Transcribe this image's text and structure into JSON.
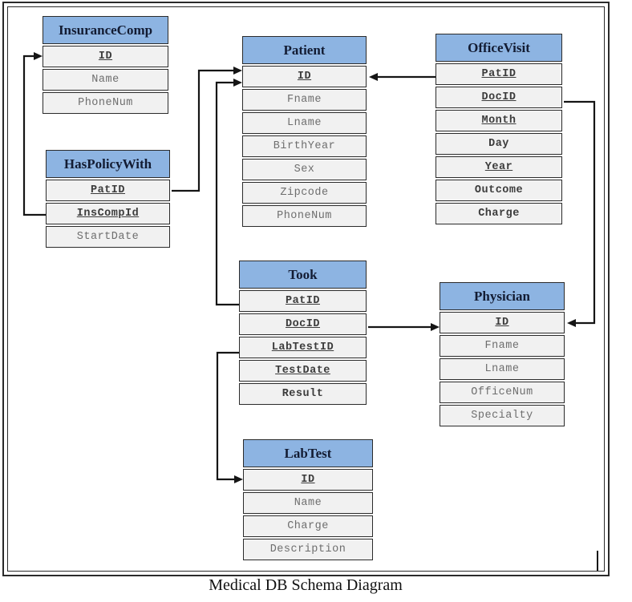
{
  "caption": "Medical DB Schema Diagram",
  "colors": {
    "header_bg": "#8db4e2",
    "header_text": "#131c33",
    "row_bg": "#f1f1f1",
    "row_text": "#6e6e6e",
    "key_text": "#3c3c3c",
    "border": "#2b2b2b",
    "arrow": "#151515"
  },
  "tables": [
    {
      "name": "InsuranceComp",
      "fields": [
        {
          "label": "ID",
          "key": true
        },
        {
          "label": "Name",
          "key": false
        },
        {
          "label": "PhoneNum",
          "key": false
        }
      ]
    },
    {
      "name": "Patient",
      "fields": [
        {
          "label": "ID",
          "key": true
        },
        {
          "label": "Fname",
          "key": false
        },
        {
          "label": "Lname",
          "key": false
        },
        {
          "label": "BirthYear",
          "key": false
        },
        {
          "label": "Sex",
          "key": false
        },
        {
          "label": "Zipcode",
          "key": false
        },
        {
          "label": "PhoneNum",
          "key": false
        }
      ]
    },
    {
      "name": "OfficeVisit",
      "fields": [
        {
          "label": "PatID",
          "key": true
        },
        {
          "label": "DocID",
          "key": true
        },
        {
          "label": "Month",
          "key": true
        },
        {
          "label": "Day",
          "key": false
        },
        {
          "label": "Year",
          "key": true
        },
        {
          "label": "Outcome",
          "key": false
        },
        {
          "label": "Charge",
          "key": false
        }
      ]
    },
    {
      "name": "HasPolicyWith",
      "fields": [
        {
          "label": "PatID",
          "key": true
        },
        {
          "label": "InsCompId",
          "key": true
        },
        {
          "label": "StartDate",
          "key": false
        }
      ]
    },
    {
      "name": "Took",
      "fields": [
        {
          "label": "PatID",
          "key": true
        },
        {
          "label": "DocID",
          "key": true
        },
        {
          "label": "LabTestID",
          "key": true
        },
        {
          "label": "TestDate",
          "key": true
        },
        {
          "label": "Result",
          "key": false
        }
      ]
    },
    {
      "name": "Physician",
      "fields": [
        {
          "label": "ID",
          "key": true
        },
        {
          "label": "Fname",
          "key": false
        },
        {
          "label": "Lname",
          "key": false
        },
        {
          "label": "OfficeNum",
          "key": false
        },
        {
          "label": "Specialty",
          "key": false
        }
      ]
    },
    {
      "name": "LabTest",
      "fields": [
        {
          "label": "ID",
          "key": true
        },
        {
          "label": "Name",
          "key": false
        },
        {
          "label": "Charge",
          "key": false
        },
        {
          "label": "Description",
          "key": false
        }
      ]
    }
  ],
  "relations": [
    {
      "from_table": "HasPolicyWith",
      "from_field": "InsCompId",
      "to_table": "InsuranceComp",
      "to_field": "ID"
    },
    {
      "from_table": "HasPolicyWith",
      "from_field": "PatID",
      "to_table": "Patient",
      "to_field": "ID"
    },
    {
      "from_table": "Took",
      "from_field": "PatID",
      "to_table": "Patient",
      "to_field": "ID"
    },
    {
      "from_table": "OfficeVisit",
      "from_field": "PatID",
      "to_table": "Patient",
      "to_field": "ID"
    },
    {
      "from_table": "OfficeVisit",
      "from_field": "DocID",
      "to_table": "Physician",
      "to_field": "ID"
    },
    {
      "from_table": "Took",
      "from_field": "DocID",
      "to_table": "Physician",
      "to_field": "ID"
    },
    {
      "from_table": "Took",
      "from_field": "LabTestID",
      "to_table": "LabTest",
      "to_field": "ID"
    }
  ]
}
